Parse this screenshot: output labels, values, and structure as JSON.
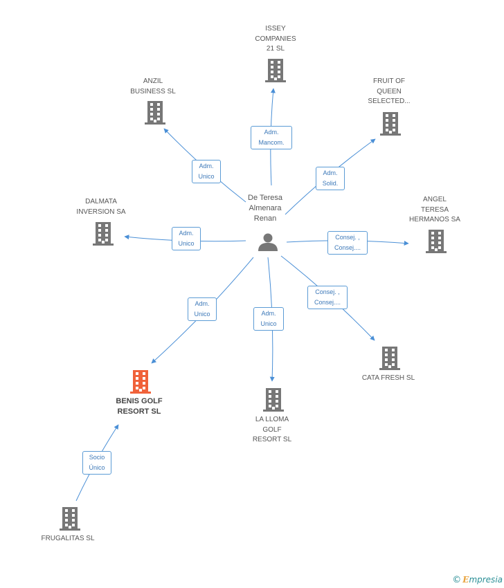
{
  "center": {
    "name": "De Teresa\nAlmenara\nRenan",
    "icon": "person-icon"
  },
  "companies": [
    {
      "id": "issey",
      "name": "ISSEY\nCOMPANIES\n21 SL",
      "icon": "building-icon"
    },
    {
      "id": "anzil",
      "name": "ANZIL\nBUSINESS SL",
      "icon": "building-icon"
    },
    {
      "id": "fruit",
      "name": "FRUIT OF\nQUEEN\nSELECTED...",
      "icon": "building-icon"
    },
    {
      "id": "dalmata",
      "name": "DALMATA\nINVERSION SA",
      "icon": "building-icon"
    },
    {
      "id": "angel",
      "name": "ANGEL\nTERESA\nHERMANOS SA",
      "icon": "building-icon"
    },
    {
      "id": "benis",
      "name": "BENIS GOLF\nRESORT SL",
      "icon": "building-icon",
      "highlight": true
    },
    {
      "id": "lalloma",
      "name": "LA LLOMA\nGOLF\nRESORT SL",
      "icon": "building-icon"
    },
    {
      "id": "cata",
      "name": "CATA FRESH SL",
      "icon": "building-icon"
    },
    {
      "id": "frugalitas",
      "name": "FRUGALITAS  SL",
      "icon": "building-icon"
    }
  ],
  "relations": [
    {
      "from": "center",
      "to": "issey",
      "label": "Adm.\nMancom."
    },
    {
      "from": "center",
      "to": "anzil",
      "label": "Adm.\nUnico"
    },
    {
      "from": "center",
      "to": "fruit",
      "label": "Adm.\nSolid."
    },
    {
      "from": "center",
      "to": "dalmata",
      "label": "Adm.\nUnico"
    },
    {
      "from": "center",
      "to": "angel",
      "label": "Consej. ,\nConsej...."
    },
    {
      "from": "center",
      "to": "benis",
      "label": "Adm.\nUnico"
    },
    {
      "from": "center",
      "to": "lalloma",
      "label": "Adm.\nUnico"
    },
    {
      "from": "center",
      "to": "cata",
      "label": "Consej. ,\nConsej...."
    },
    {
      "from": "frugalitas",
      "to": "benis",
      "label": "Socio\nÚnico"
    }
  ],
  "colors": {
    "edge": "#4a8fd6",
    "building": "#777777",
    "building_highlight": "#f0623a",
    "person": "#777777"
  },
  "brand": {
    "copyright": "©",
    "e": "E",
    "rest": "mpresia"
  }
}
